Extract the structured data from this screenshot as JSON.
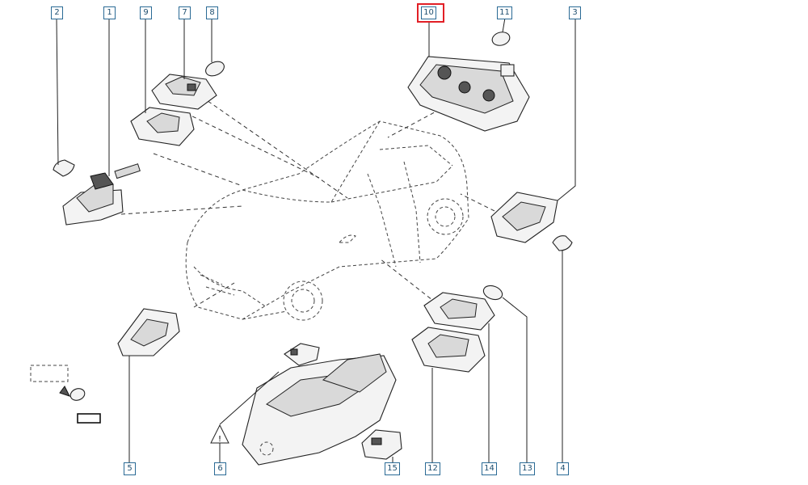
{
  "callouts": {
    "c1": "1",
    "c2": "2",
    "c3": "3",
    "c4": "4",
    "c5": "5",
    "c6": "6",
    "c7": "7",
    "c8": "8",
    "c9": "9",
    "c10": "10",
    "c11": "11",
    "c12": "12",
    "c13": "13",
    "c14": "14",
    "c15": "15"
  },
  "highlight": {
    "callout": "10",
    "color": "#e21f26"
  },
  "colors": {
    "callout_border": "#2a6a95",
    "line": "#222222"
  },
  "icons": [
    "warning-triangle-icon"
  ]
}
